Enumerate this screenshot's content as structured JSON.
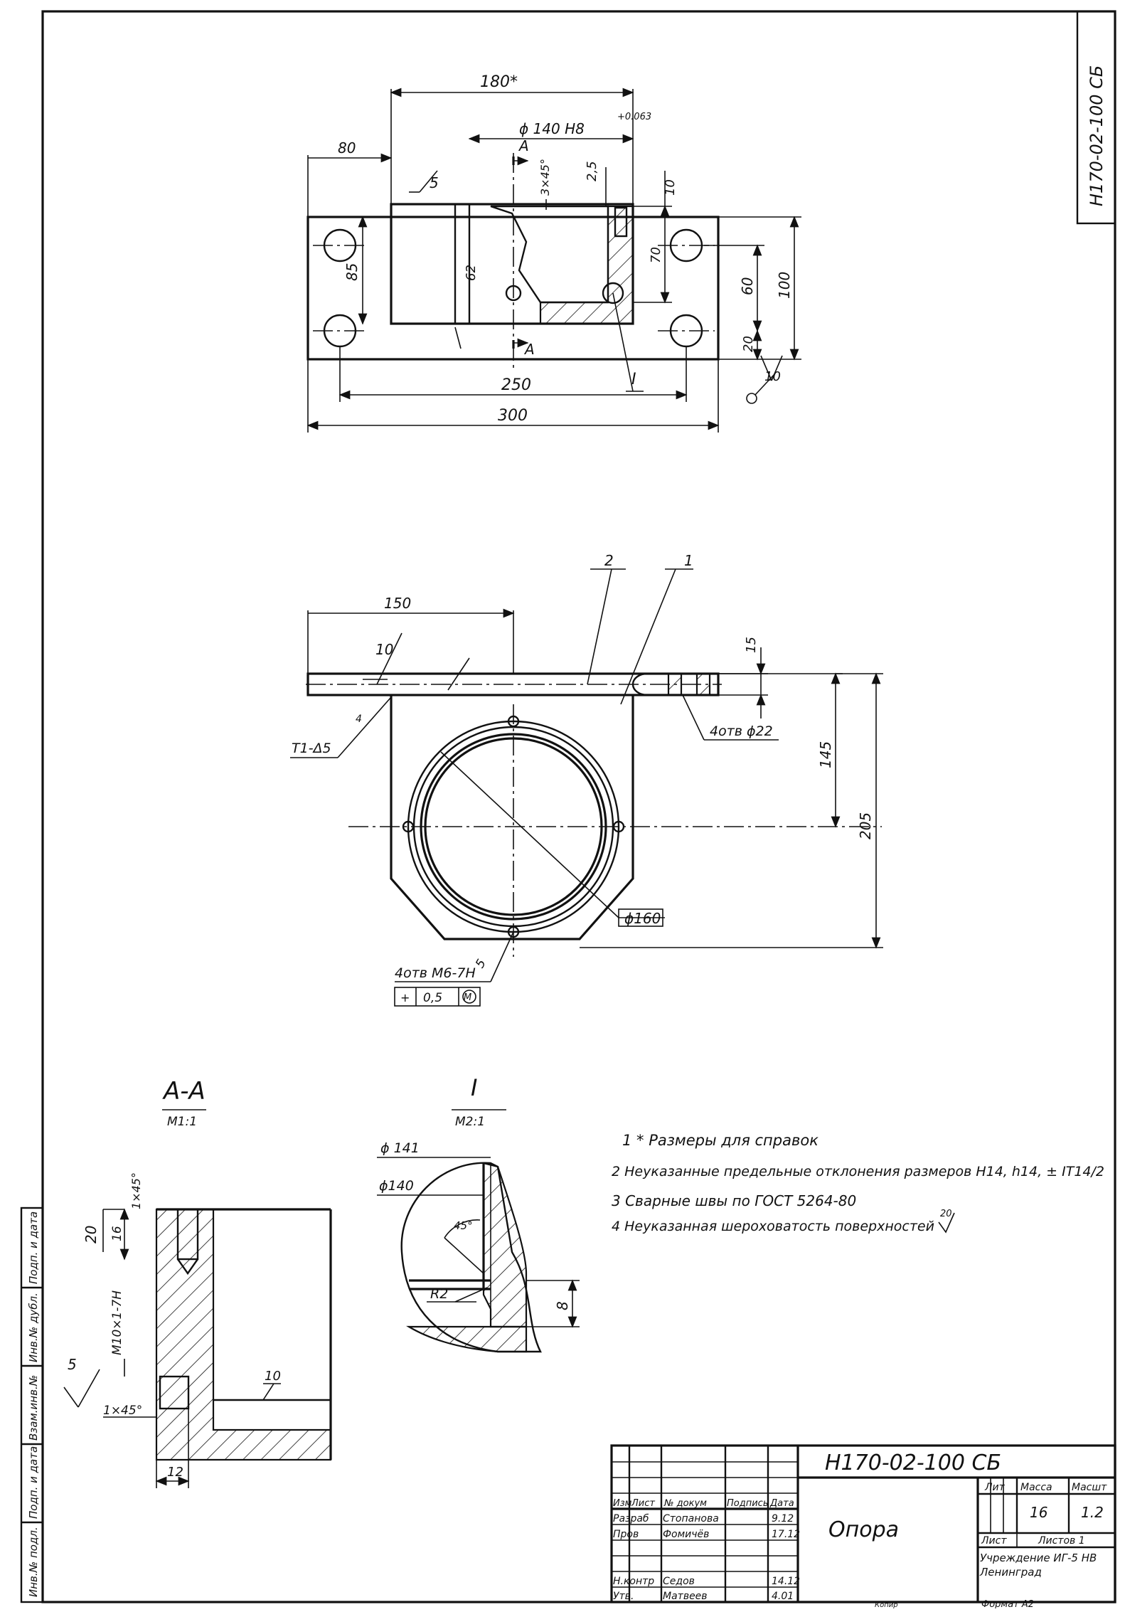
{
  "stamp": {
    "designation": "Н170-02-100 СБ",
    "name": "Опора",
    "lit_header": "Лит",
    "mass_header": "Масса",
    "scale_header": "Масшт",
    "mass": "16",
    "scale": "1.2",
    "sheet_label": "Лист",
    "sheets_label": "Листов 1",
    "organization": "Учреждение ИГ-5 НВ",
    "city": "Ленинград",
    "format": "Формат А2",
    "copied": "Копир",
    "headers": [
      "Изм",
      "Лист",
      "№ докум",
      "Подпись",
      "Дата"
    ],
    "rows": [
      {
        "role": "Разраб",
        "name": "Стопанова",
        "date": "9.12"
      },
      {
        "role": "Пров",
        "name": "Фомичёв",
        "date": "17.12"
      },
      {
        "role": "Н.контр",
        "name": "Седов",
        "date": "14.12"
      },
      {
        "role": "Утв.",
        "name": "Матвеев",
        "date": "4.01"
      }
    ]
  },
  "top_stamp": "Н170-02-100 СБ",
  "left_margin_fields": [
    "Инв.№ подл.",
    "Подп. и дата",
    "Взам.инв.№",
    "Инв.№ дубл.",
    "Подп. и дата"
  ],
  "notes": [
    "1 * Размеры для справок",
    "2 Неуказанные предельные отклонения размеров Н14, h14, ± IT14/2",
    "3 Сварные швы по ГОСТ 5264-80",
    "4 Неуказанная шероховатость поверхностей"
  ],
  "roughness_value": "20",
  "plan_view": {
    "dims": [
      "180*",
      "ϕ 140 Н8",
      "+0.063",
      "80",
      "A",
      "A",
      "5",
      "3×45°",
      "2,5",
      "10",
      "70",
      "60",
      "100",
      "85",
      "62",
      "20",
      "10",
      "250",
      "300",
      "I"
    ]
  },
  "front_view": {
    "dims": [
      "2",
      "1",
      "150",
      "10",
      "15",
      "4отв ϕ22",
      "Т1-Δ5",
      "4",
      "145",
      "205",
      "ϕ160",
      "5",
      "4отв М6-7Н",
      "+",
      "0,5",
      "М"
    ]
  },
  "section_aa": {
    "title": "А-А",
    "scale": "М1:1",
    "dims": [
      "1×45°",
      "20",
      "16",
      "М10×1-7Н",
      "5",
      "10",
      "1×45°",
      "12"
    ]
  },
  "detail_i": {
    "title": "I",
    "scale": "М2:1",
    "dims": [
      "ϕ 141",
      "ϕ140",
      "45°",
      "R2",
      "8"
    ]
  }
}
